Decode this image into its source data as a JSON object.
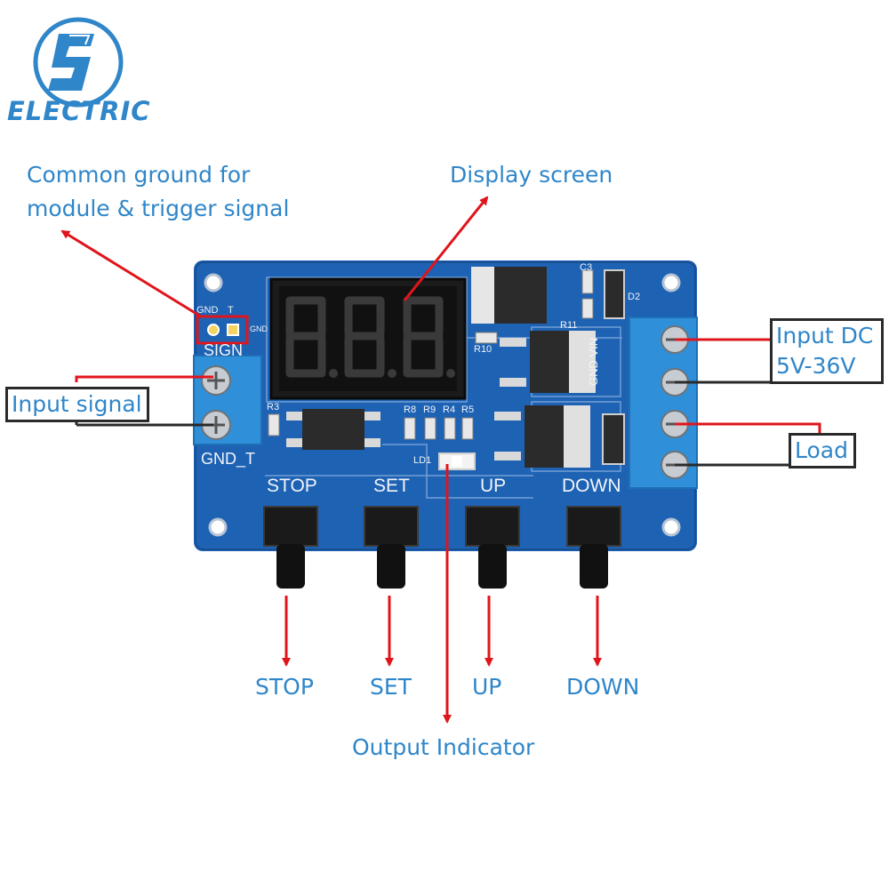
{
  "brand": {
    "name": "ELECTRIC"
  },
  "callouts": {
    "ground": [
      "Common ground for",
      "module & trigger signal"
    ],
    "display": "Display screen",
    "input_signal": "Input signal",
    "input_dc": [
      "Input DC",
      "5V-36V"
    ],
    "load": "Load",
    "output_indicator": "Output Indicator"
  },
  "board": {
    "display_value": "888",
    "silkscreen": {
      "gnd": "GND",
      "t": "T",
      "gnd_small": "GND",
      "sign": "SIGN",
      "gnd_t": "GND_T",
      "gnd_vin": "GND VIN",
      "r3": "R3",
      "r8": "R8",
      "r9": "R9",
      "r4": "R4",
      "r5": "R5",
      "r10": "R10",
      "r11": "R11",
      "c3": "C3",
      "d2": "D2",
      "ld1": "LD1"
    },
    "buttons": [
      "STOP",
      "SET",
      "UP",
      "DOWN"
    ]
  },
  "bottom_labels": [
    "STOP",
    "SET",
    "UP",
    "DOWN"
  ],
  "colors": {
    "pcb": "#1e62b4",
    "accent": "#2f86c9",
    "arrow": "#e0151b",
    "terminal": "#2f8fd8"
  }
}
